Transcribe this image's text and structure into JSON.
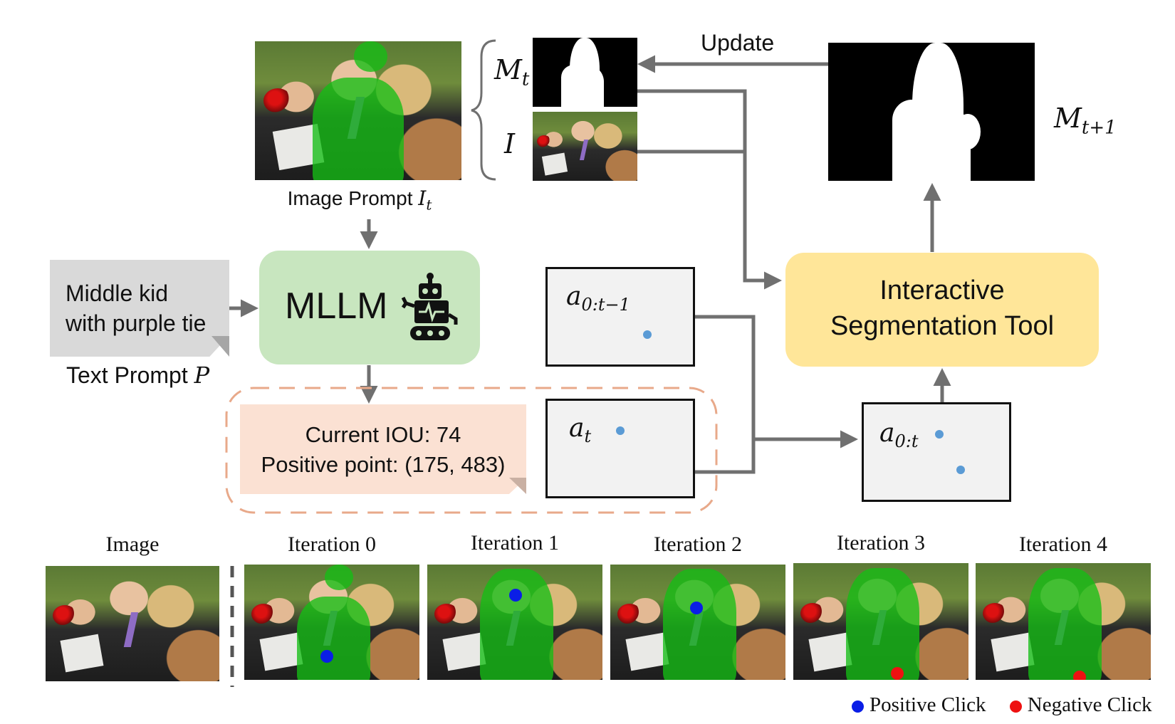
{
  "text_prompt": {
    "line1": "Middle kid",
    "line2": "with purple tie",
    "label": "Text Prompt",
    "label_var": "P"
  },
  "image_prompt": {
    "label": "Image Prompt",
    "label_var": "I",
    "label_sub": "t"
  },
  "mllm": {
    "label": "MLLM",
    "icon": "robot-icon"
  },
  "inputs": {
    "mask_var": "M",
    "mask_sub": "t",
    "image_var": "I"
  },
  "update_label": "Update",
  "output_mask": {
    "var": "M",
    "sub": "t+1"
  },
  "seg_tool": {
    "line1": "Interactive",
    "line2": "Segmentation Tool"
  },
  "mllm_output": {
    "line1": "Current IOU: 74",
    "line2": "Positive point: (175, 483)"
  },
  "action_boxes": {
    "prev": {
      "var": "a",
      "sub": "0:t−1"
    },
    "curr": {
      "var": "a",
      "sub": "t"
    },
    "all": {
      "var": "a",
      "sub": "0:t"
    }
  },
  "strip": {
    "titles": [
      "Image",
      "Iteration 0",
      "Iteration 1",
      "Iteration 2",
      "Iteration 3",
      "Iteration 4"
    ]
  },
  "legend": {
    "positive": "Positive Click",
    "negative": "Negative Click",
    "positive_color": "#0a1ee6",
    "negative_color": "#ee1111"
  },
  "colors": {
    "mllm_fill": "#c8e6bf",
    "seg_fill": "#ffe699",
    "output_fill": "#fbe1d3",
    "prompt_fill": "#d9d9d9",
    "arrow": "#707070",
    "dashed_border": "#e8a98a"
  }
}
